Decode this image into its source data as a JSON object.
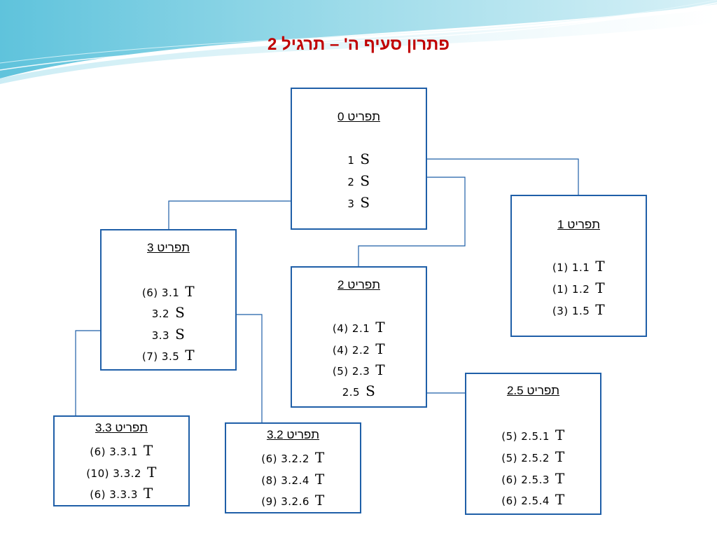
{
  "title": "פתרון  סעיף ה' – תרגיל 2",
  "colors": {
    "title": "#c00000",
    "box_border": "#1f5fa8",
    "connector": "#1f5fa8"
  },
  "boxes": {
    "b0": {
      "header": "תפריט 0",
      "rows": [
        {
          "text": "1",
          "letter": "S"
        },
        {
          "text": "2",
          "letter": "S"
        },
        {
          "text": "3",
          "letter": "S"
        }
      ]
    },
    "b1": {
      "header": "תפריט 1",
      "rows": [
        {
          "text": "(1) 1.1",
          "letter": "T"
        },
        {
          "text": "(1) 1.2",
          "letter": "T"
        },
        {
          "text": "(3) 1.5",
          "letter": "T"
        }
      ]
    },
    "b2": {
      "header": "תפריט 2",
      "rows": [
        {
          "text": "(4) 2.1",
          "letter": "T"
        },
        {
          "text": "(4) 2.2",
          "letter": "T"
        },
        {
          "text": "(5) 2.3",
          "letter": "T"
        },
        {
          "text": "2.5",
          "letter": "S"
        }
      ]
    },
    "b3": {
      "header": "תפריט 3",
      "rows": [
        {
          "text": "(6) 3.1",
          "letter": "T"
        },
        {
          "text": "3.2",
          "letter": "S"
        },
        {
          "text": "3.3",
          "letter": "S"
        },
        {
          "text": "(7) 3.5",
          "letter": "T"
        }
      ]
    },
    "b25": {
      "header": "תפריט 2.5",
      "rows": [
        {
          "text": "(5) 2.5.1",
          "letter": "T"
        },
        {
          "text": "(5) 2.5.2",
          "letter": "T"
        },
        {
          "text": "(6) 2.5.3",
          "letter": "T"
        },
        {
          "text": "(6) 2.5.4",
          "letter": "T"
        }
      ]
    },
    "b32": {
      "header": "תפריט 3.2",
      "rows": [
        {
          "text": "(6) 3.2.2",
          "letter": "T"
        },
        {
          "text": "(8) 3.2.4",
          "letter": "T"
        },
        {
          "text": "(9) 3.2.6",
          "letter": "T"
        }
      ]
    },
    "b33": {
      "header": "תפריט 3.3",
      "rows": [
        {
          "text": "(6) 3.3.1",
          "letter": "T"
        },
        {
          "text": "(10) 3.3.2",
          "letter": "T"
        },
        {
          "text": "(6) 3.3.3",
          "letter": "T"
        }
      ]
    }
  }
}
